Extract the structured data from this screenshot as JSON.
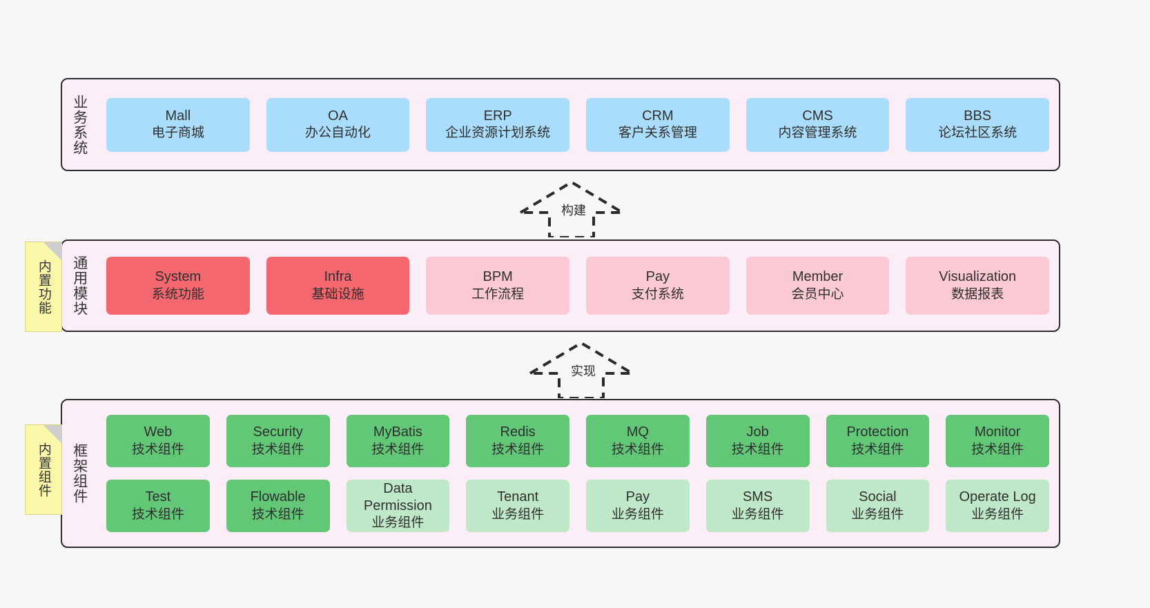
{
  "notes": [
    {
      "id": "builtin-function",
      "label": "内置功能"
    },
    {
      "id": "builtin-component",
      "label": "内置组件"
    }
  ],
  "arrows": [
    {
      "id": "build",
      "label": "构建"
    },
    {
      "id": "implement",
      "label": "实现"
    }
  ],
  "layers": {
    "business": {
      "title": "业务系统",
      "cards": [
        {
          "en": "Mall",
          "cn": "电子商城",
          "color": "#aadcfb"
        },
        {
          "en": "OA",
          "cn": "办公自动化",
          "color": "#aadcfb"
        },
        {
          "en": "ERP",
          "cn": "企业资源计划系统",
          "color": "#aadcfb"
        },
        {
          "en": "CRM",
          "cn": "客户关系管理",
          "color": "#aadcfb"
        },
        {
          "en": "CMS",
          "cn": "内容管理系统",
          "color": "#aadcfb"
        },
        {
          "en": "BBS",
          "cn": "论坛社区系统",
          "color": "#aadcfb"
        }
      ]
    },
    "module": {
      "title": "通用模块",
      "cards": [
        {
          "en": "System",
          "cn": "系统功能",
          "color": "#f4676e"
        },
        {
          "en": "Infra",
          "cn": "基础设施",
          "color": "#f4676e"
        },
        {
          "en": "BPM",
          "cn": "工作流程",
          "color": "#fbc9d4"
        },
        {
          "en": "Pay",
          "cn": "支付系统",
          "color": "#fbc9d4"
        },
        {
          "en": "Member",
          "cn": "会员中心",
          "color": "#fbc9d4"
        },
        {
          "en": "Visualization",
          "cn": "数据报表",
          "color": "#fbc9d4"
        }
      ]
    },
    "framework": {
      "title": "框架组件",
      "row1": [
        {
          "en": "Web",
          "cn": "技术组件",
          "color": "#62c878"
        },
        {
          "en": "Security",
          "cn": "技术组件",
          "color": "#62c878"
        },
        {
          "en": "MyBatis",
          "cn": "技术组件",
          "color": "#62c878"
        },
        {
          "en": "Redis",
          "cn": "技术组件",
          "color": "#62c878"
        },
        {
          "en": "MQ",
          "cn": "技术组件",
          "color": "#62c878"
        },
        {
          "en": "Job",
          "cn": "技术组件",
          "color": "#62c878"
        },
        {
          "en": "Protection",
          "cn": "技术组件",
          "color": "#62c878"
        },
        {
          "en": "Monitor",
          "cn": "技术组件",
          "color": "#62c878"
        }
      ],
      "row2": [
        {
          "en": "Test",
          "cn": "技术组件",
          "color": "#62c878"
        },
        {
          "en": "Flowable",
          "cn": "技术组件",
          "color": "#62c878"
        },
        {
          "en": "Data Permission",
          "cn": "业务组件",
          "color": "#bfe8c8"
        },
        {
          "en": "Tenant",
          "cn": "业务组件",
          "color": "#bfe8c8"
        },
        {
          "en": "Pay",
          "cn": "业务组件",
          "color": "#bfe8c8"
        },
        {
          "en": "SMS",
          "cn": "业务组件",
          "color": "#bfe8c8"
        },
        {
          "en": "Social",
          "cn": "业务组件",
          "color": "#bfe8c8"
        },
        {
          "en": "Operate Log",
          "cn": "业务组件",
          "color": "#bfe8c8"
        }
      ]
    }
  },
  "colors": {
    "canvas": "#f7f7f7",
    "layer_bg": "#fbeef6",
    "layer_border": "#2b2b2b",
    "note_bg": "#fbf7a8",
    "blue": "#aadcfb",
    "red": "#f4676e",
    "pink": "#fbc9d4",
    "green": "#62c878",
    "light_green": "#bfe8c8"
  }
}
